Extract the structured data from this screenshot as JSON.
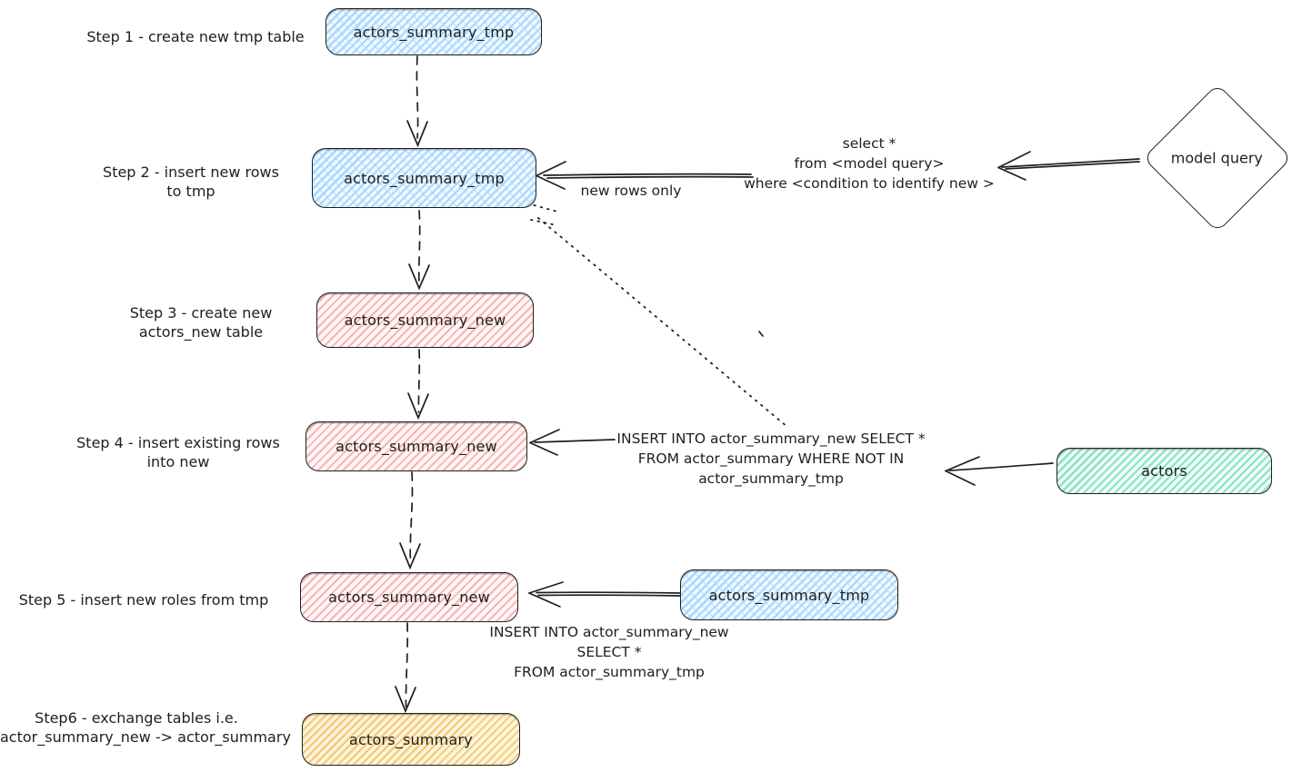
{
  "colors": {
    "stroke": "#1e1e1e",
    "blue_fill": "#a5d8ff",
    "pink_fill": "#ffc9c9",
    "green_fill": "#86e3c3",
    "yellow_fill": "#f2c870",
    "background": "#ffffff"
  },
  "steps": [
    {
      "label": [
        "Step 1 - create new tmp table"
      ],
      "node": "actors_summary_tmp",
      "node_color": "blue"
    },
    {
      "label": [
        "Step 2 - insert new rows",
        "to tmp"
      ],
      "node": "actors_summary_tmp",
      "node_color": "blue"
    },
    {
      "label": [
        "Step 3 - create new",
        "actors_new table"
      ],
      "node": "actors_summary_new",
      "node_color": "pink"
    },
    {
      "label": [
        "Step 4 - insert existing rows",
        "into new"
      ],
      "node": "actors_summary_new",
      "node_color": "pink"
    },
    {
      "label": [
        "Step 5 - insert new roles from tmp"
      ],
      "node": "actors_summary_new",
      "node_color": "pink"
    },
    {
      "label": [
        "Step6 - exchange tables i.e.",
        "actor_summary_new -> actor_summary"
      ],
      "node": "actors_summary",
      "node_color": "yellow"
    }
  ],
  "side_nodes": {
    "model_query": {
      "label": "model query",
      "shape": "diamond"
    },
    "actors": {
      "label": "actors",
      "node_color": "green"
    },
    "tmp_source": {
      "label": "actors_summary_tmp",
      "node_color": "blue"
    }
  },
  "annotations": {
    "new_rows_only": "new rows only",
    "step2_query": [
      "select *",
      "from <model query>",
      "where <condition to identify new >"
    ],
    "step4_query": [
      "INSERT INTO actor_summary_new SELECT *",
      "FROM actor_summary WHERE NOT IN",
      "actor_summary_tmp"
    ],
    "step5_query": [
      "INSERT INTO actor_summary_new",
      "SELECT *",
      "FROM actor_summary_tmp"
    ]
  }
}
